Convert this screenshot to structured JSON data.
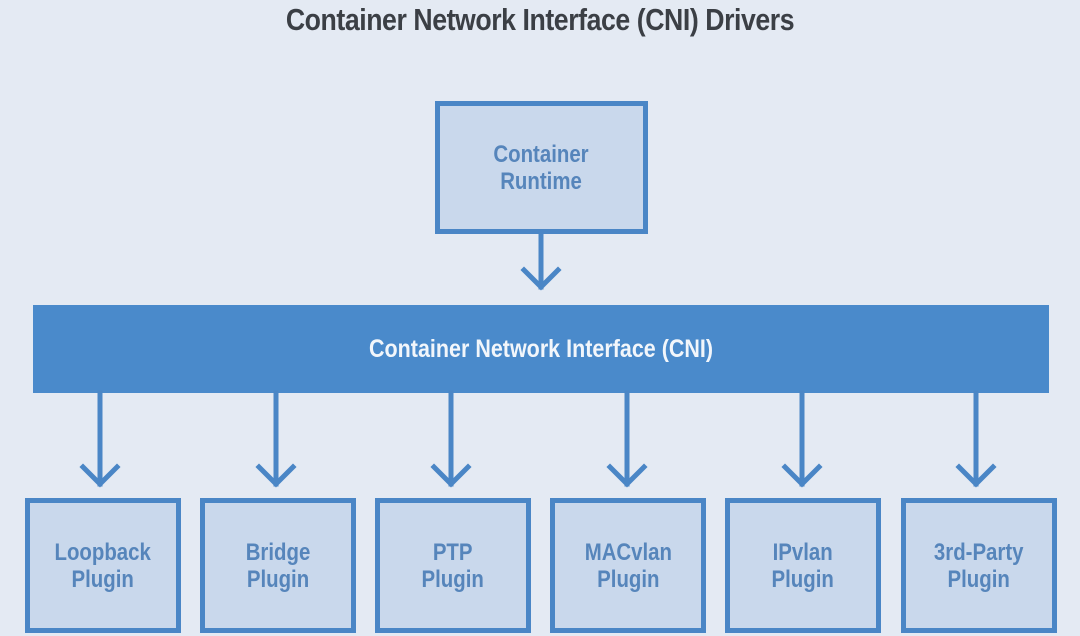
{
  "title": "Container Network Interface (CNI) Drivers",
  "runtime": {
    "label": "Container\nRuntime"
  },
  "cni": {
    "label": "Container Network Interface (CNI)"
  },
  "plugins": [
    {
      "label": "Loopback\nPlugin"
    },
    {
      "label": "Bridge\nPlugin"
    },
    {
      "label": "PTP\nPlugin"
    },
    {
      "label": "MACvlan\nPlugin"
    },
    {
      "label": "IPvlan\nPlugin"
    },
    {
      "label": "3rd-Party\nPlugin"
    }
  ],
  "colors": {
    "background": "#e4eaf3",
    "accent": "#4a8acb",
    "box_fill": "#c9d8ec",
    "box_border": "#4a86c6",
    "box_text": "#5685bb",
    "title_text": "#3b3f45"
  }
}
